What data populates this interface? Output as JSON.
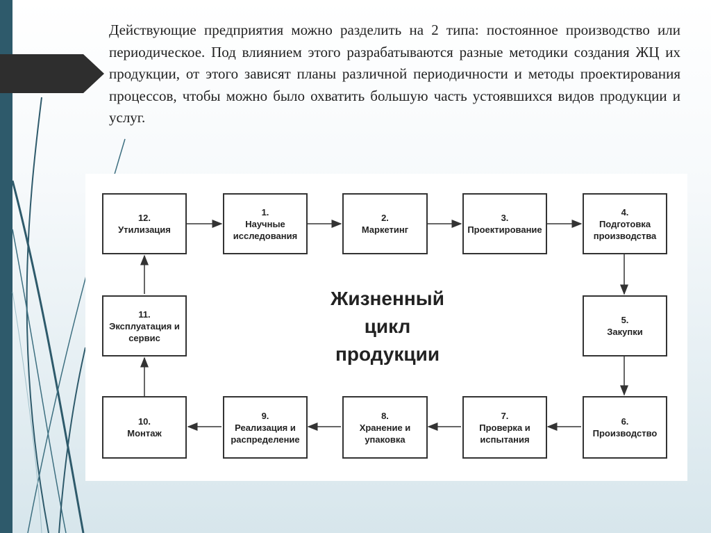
{
  "slide": {
    "paragraph": "Действующие предприятия можно разделить на 2 типа: постоянное производство или периодическое. Под влиянием этого разрабатываются разные методики создания ЖЦ их продукции, от этого зависят планы различной периодичности и методы проектирования процессов, чтобы можно было охватить большую часть устоявшихся видов продукции и услуг."
  },
  "diagram": {
    "title_lines": [
      "Жизненный",
      "цикл",
      "продукции"
    ],
    "nodes": {
      "n1": {
        "num": "1.",
        "line1": "Научные",
        "line2": "исследования"
      },
      "n2": {
        "num": "2.",
        "line1": "Маркетинг",
        "line2": ""
      },
      "n3": {
        "num": "3.",
        "line1": "Проектирование",
        "line2": ""
      },
      "n4": {
        "num": "4.",
        "line1": "Подготовка",
        "line2": "производства"
      },
      "n5": {
        "num": "5.",
        "line1": "Закупки",
        "line2": ""
      },
      "n6": {
        "num": "6.",
        "line1": "Производство",
        "line2": ""
      },
      "n7": {
        "num": "7.",
        "line1": "Проверка и",
        "line2": "испытания"
      },
      "n8": {
        "num": "8.",
        "line1": "Хранение и",
        "line2": "упаковка"
      },
      "n9": {
        "num": "9.",
        "line1": "Реализация и",
        "line2": "распределение"
      },
      "n10": {
        "num": "10.",
        "line1": "Монтаж",
        "line2": ""
      },
      "n11": {
        "num": "11.",
        "line1": "Эксплуатация и",
        "line2": "сервис"
      },
      "n12": {
        "num": "12.",
        "line1": "Утилизация",
        "line2": ""
      }
    }
  },
  "colors": {
    "sidebar": "#2e5a6b",
    "tab": "#2e2e2e",
    "stroke": "#333333"
  }
}
